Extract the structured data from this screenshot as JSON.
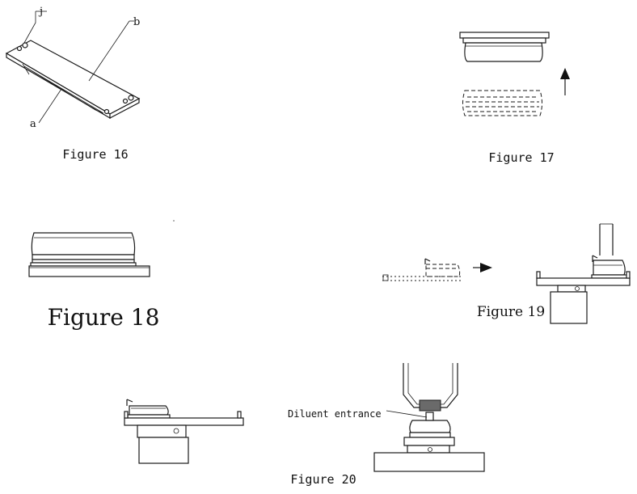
{
  "figures": {
    "fig16": {
      "caption": "Figure 16",
      "label_a": "a",
      "label_b": "b",
      "label_j": "j"
    },
    "fig17": {
      "caption": "Figure 17"
    },
    "fig18": {
      "caption": "Figure 18"
    },
    "fig19": {
      "caption": "Figure 19"
    },
    "fig20": {
      "caption": "Figure 20",
      "annotation": "Diluent entrance"
    }
  }
}
